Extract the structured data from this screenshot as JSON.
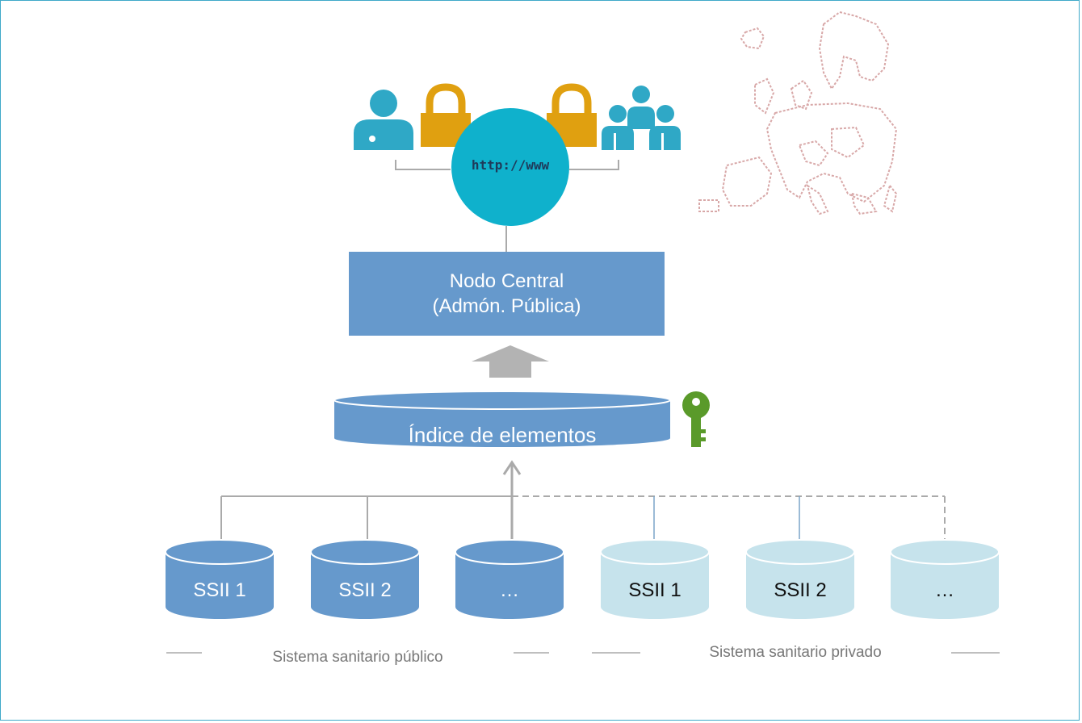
{
  "top": {
    "www_label": "http://www"
  },
  "central_node": {
    "line1": "Nodo Central",
    "line2": "(Admón. Pública)"
  },
  "index": {
    "label": "Índice de elementos"
  },
  "public_systems": [
    {
      "label": "SSII 1"
    },
    {
      "label": "SSII 2"
    },
    {
      "label": "…"
    }
  ],
  "private_systems": [
    {
      "label": "SSII 1"
    },
    {
      "label": "SSII 2"
    },
    {
      "label": "…"
    }
  ],
  "groups": {
    "public": "Sistema sanitario público",
    "private": "Sistema sanitario privado"
  },
  "colors": {
    "public_cylinder": "#6699cc",
    "private_cylinder": "#c6e3ec",
    "globe": "#0fb1cc",
    "lock": "#e0a010",
    "person": "#2fa8c6",
    "key": "#5a9a2a",
    "connector": "#aaaaaa"
  }
}
